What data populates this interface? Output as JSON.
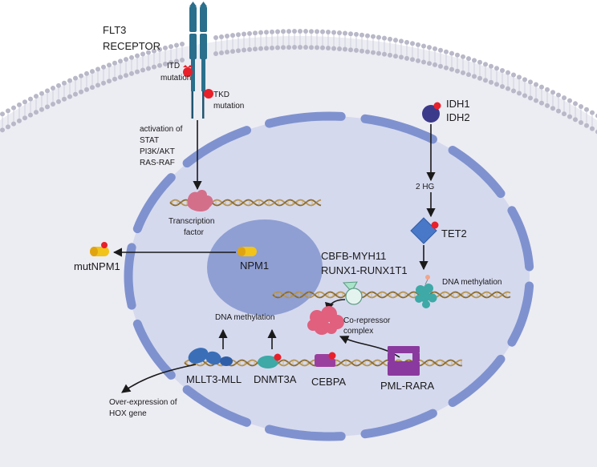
{
  "labels": {
    "flt3_line1": "FLT3",
    "flt3_line2": "RECEPTOR",
    "itd_line1": "ITD",
    "itd_line2": "mutation",
    "tkd_line1": "TKD",
    "tkd_line2": "mutation",
    "activation_line1": "activation of",
    "activation_line2": "STAT",
    "activation_line3": "PI3K/AKT",
    "activation_line4": "RAS-RAF",
    "idh1": "IDH1",
    "idh2": "IDH2",
    "two_hg": "2 HG",
    "tet2": "TET2",
    "transcription_line1": "Transcription",
    "transcription_line2": "factor",
    "npm1": "NPM1",
    "mutnpm1": "mutNPM1",
    "cbfb": "CBFB-MYH11",
    "runx1": "RUNX1-RUNX1T1",
    "dna_methylation_right": "DNA methylation",
    "dna_methylation_left": "DNA methylation",
    "corepressor_line1": "Co-repressor",
    "corepressor_line2": "complex",
    "mllt3": "MLLT3-MLL",
    "dnmt3a": "DNMT3A",
    "cebpa": "CEBPA",
    "pml_rara": "PML-RARA",
    "hox_line1": "Over-expression of",
    "hox_line2": "HOX gene"
  },
  "colors": {
    "cytoplasm": "#ececf3",
    "membrane_head": "#b8b8c8",
    "nucleus_fill": "#d5d9ee",
    "envelope": "#7f92cf",
    "envelope_edge": "#5f74b8",
    "nucleolus": "#8f9fd3",
    "receptor": "#2a6f8c",
    "mutation": "#e8202a",
    "dna_strand_a": "#8a6a2c",
    "dna_strand_b": "#b59352",
    "transcription_factor": "#d46f8a",
    "npm1": "#f2c31a",
    "idh": "#3b3a8a",
    "tet2": "#4a78c8",
    "corepressor": "#e0607e",
    "methylation_complex": "#3ea9a6",
    "mllt3": "#3a6fb8",
    "dnmt3a": "#3ea9a6",
    "cebpa": "#9b3f9e",
    "pml_rara": "#8a3a9e",
    "cone": "#a9e3c9"
  },
  "icons": {
    "receptor": "flt3-receptor-icon",
    "idh": "idh-enzyme-icon",
    "tet2": "tet2-diamond-icon",
    "npm1": "npm1-capsule-icon",
    "corepressor": "corepressor-cloud-icon"
  }
}
